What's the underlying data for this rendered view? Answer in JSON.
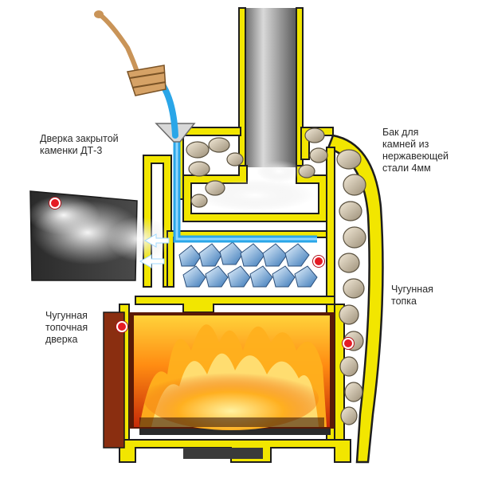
{
  "colors": {
    "body_yellow": "#f2e600",
    "steel_dark": "#1e1e1e",
    "fire_orange": "#f26a10",
    "water_blue": "#2aa6e8",
    "marker_red": "#e51b24"
  },
  "labels": {
    "door_dt3": {
      "line1": "Дверка закрытой",
      "line2": "каменки ДТ-3"
    },
    "tank": {
      "line1": "Бак для",
      "line2": "камней  из",
      "line3": "нержавеющей",
      "line4": "стали 4мм"
    },
    "firebox": {
      "line1": "Чугунная",
      "line2": "топка"
    },
    "fire_door": {
      "line1": "Чугунная",
      "line2": "топочная",
      "line3": "дверка"
    }
  },
  "icons": {
    "ladle": "ladle-icon",
    "funnel": "funnel-icon",
    "chimney": "chimney-pipe",
    "marker": "red-marker-icon"
  }
}
